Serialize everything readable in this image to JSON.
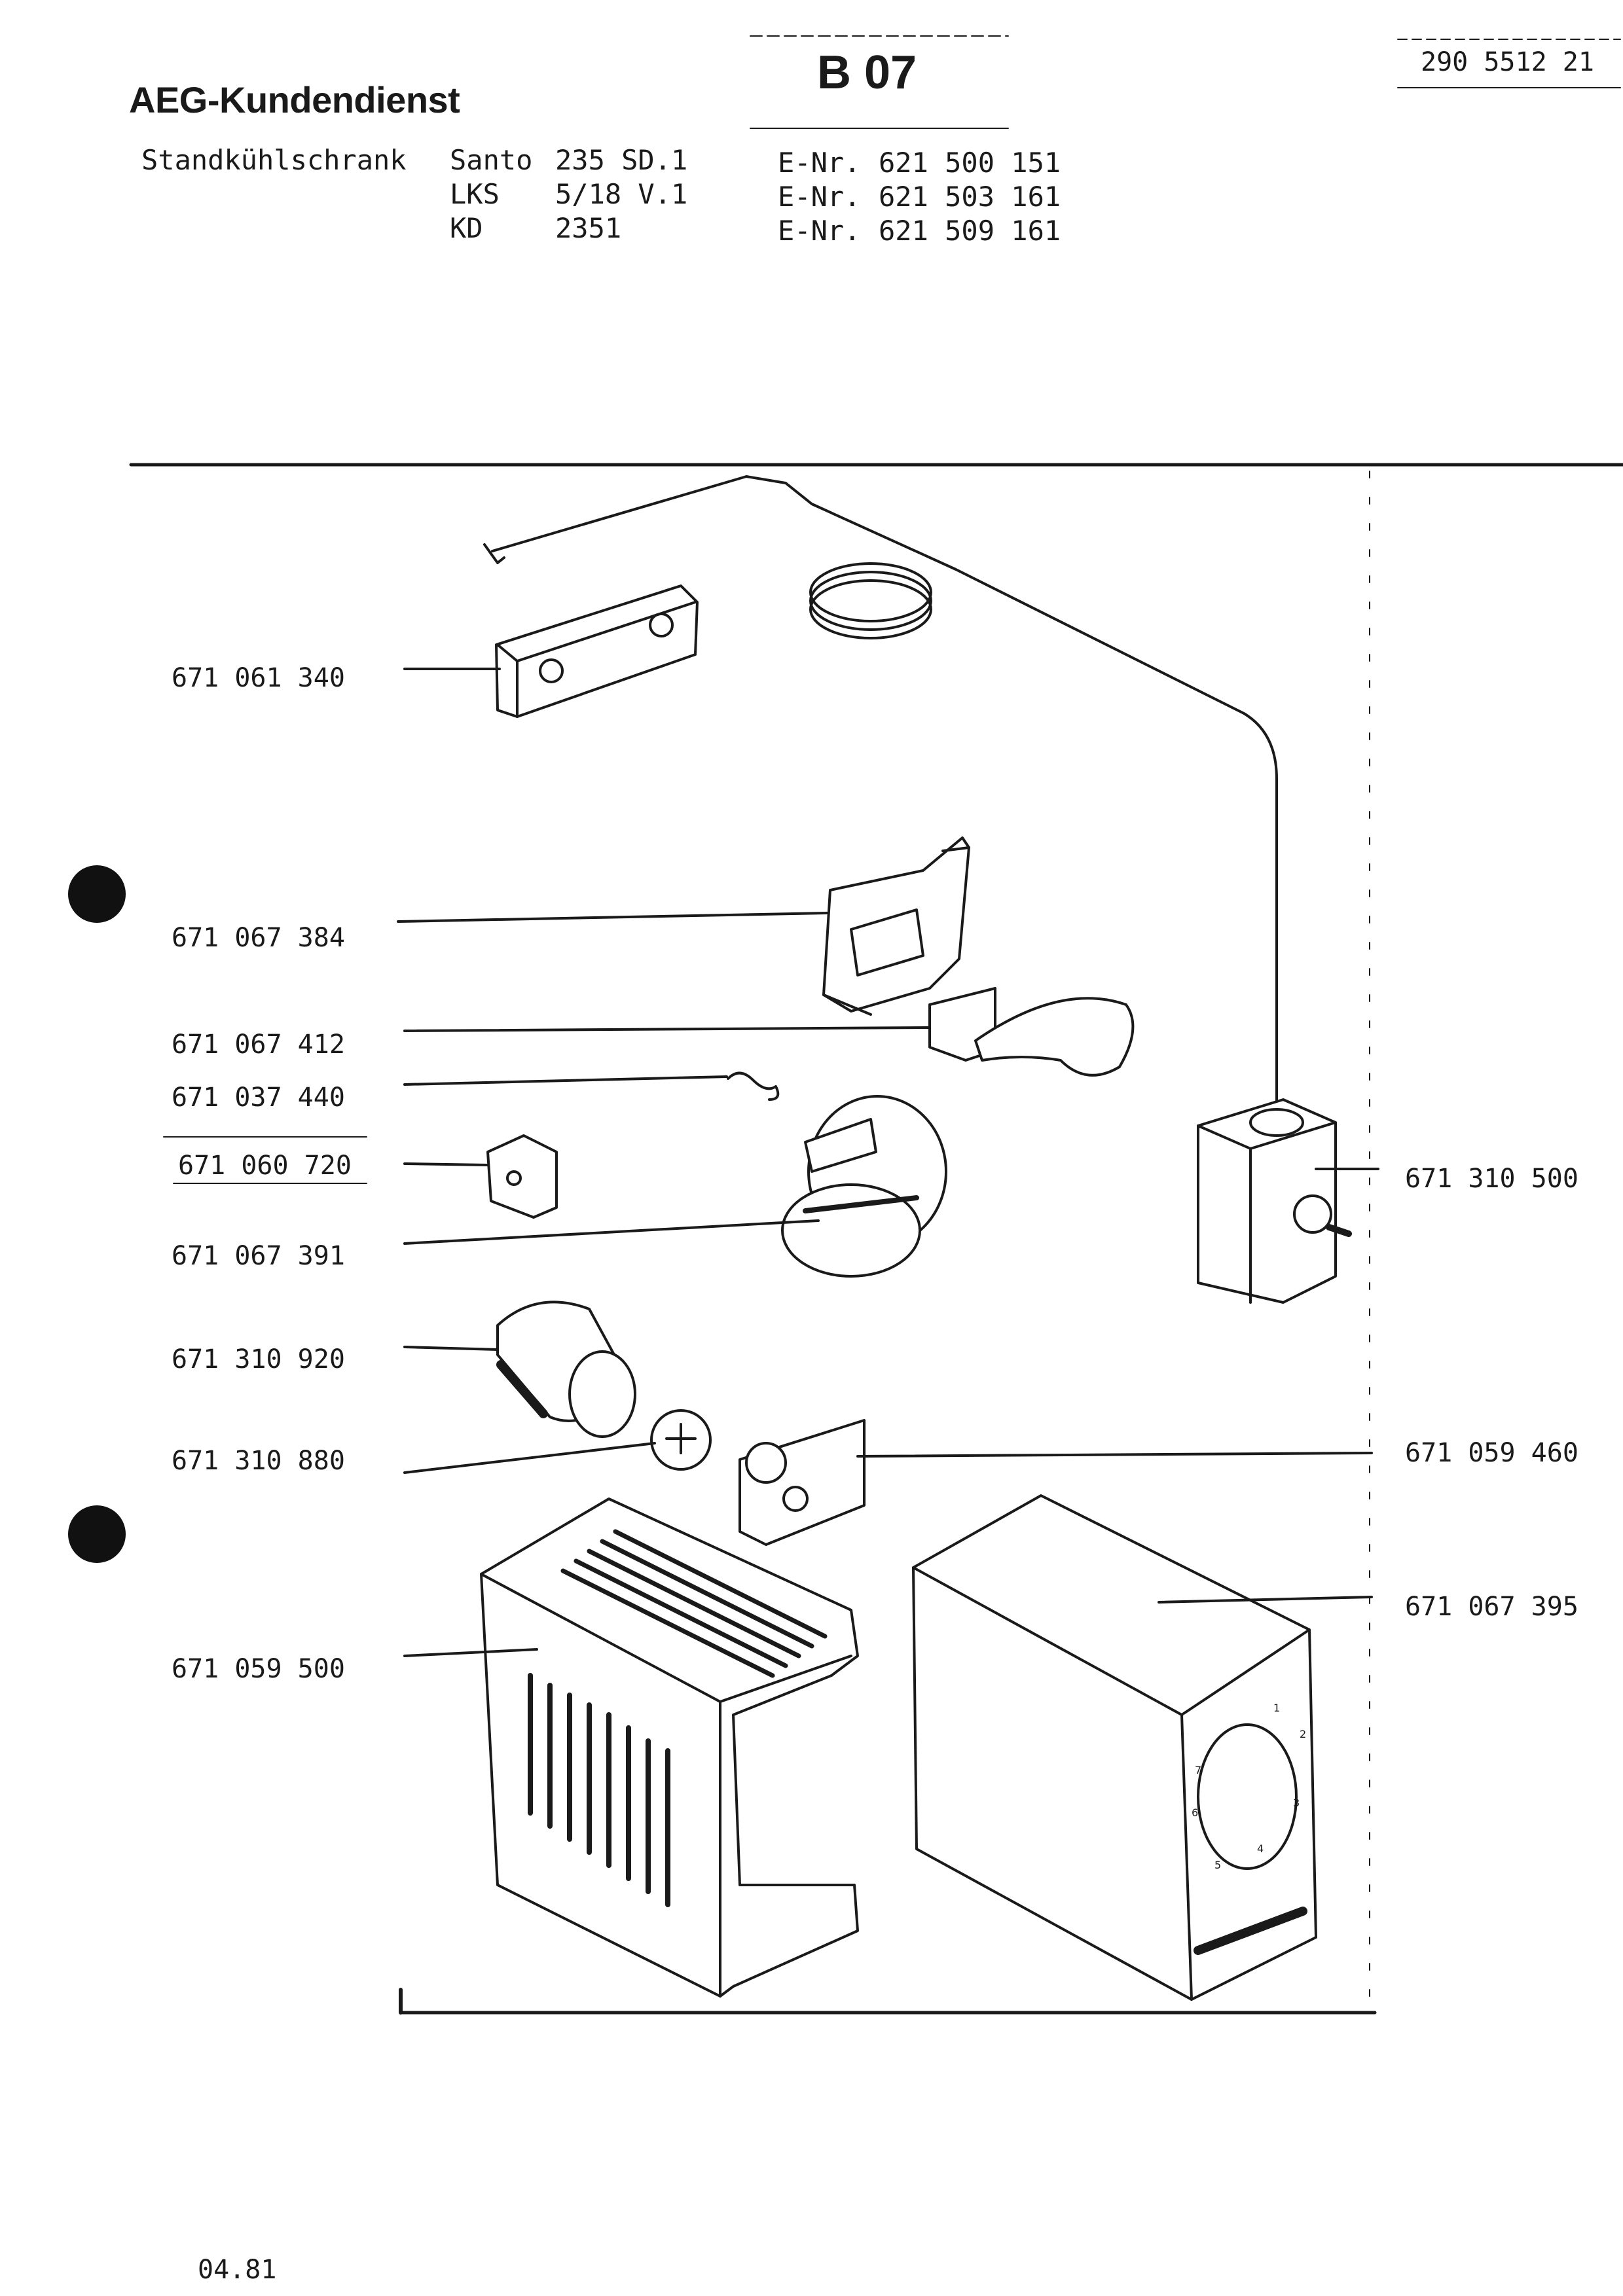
{
  "header": {
    "brand": "AEG-Kundendienst",
    "sheet_id": "B 07",
    "document_number": "290 5512 21",
    "appliance_type": "Standkühlschrank",
    "models": [
      {
        "name": "Santo",
        "code": "235 SD.1",
        "enr_label": "E-Nr.",
        "enr": "621 500 151"
      },
      {
        "name": "LKS",
        "code": "5/18 V.1",
        "enr_label": "E-Nr.",
        "enr": "621 503 161"
      },
      {
        "name": "KD",
        "code": "2351",
        "enr_label": "E-Nr.",
        "enr": "621 509 161"
      }
    ]
  },
  "parts_left": [
    "671 061 340",
    "671 067 384",
    "671 067 412",
    "671 037 440",
    "671 060 720",
    "671 067 391",
    "671 310 920",
    "671 310 880",
    "671 059 500"
  ],
  "parts_right": [
    "671 310 500",
    "671 059 460",
    "671 067 395"
  ],
  "dial_numbers": [
    "1",
    "2",
    "3",
    "4",
    "5",
    "6",
    "7"
  ],
  "footer": {
    "date": "04.81"
  }
}
